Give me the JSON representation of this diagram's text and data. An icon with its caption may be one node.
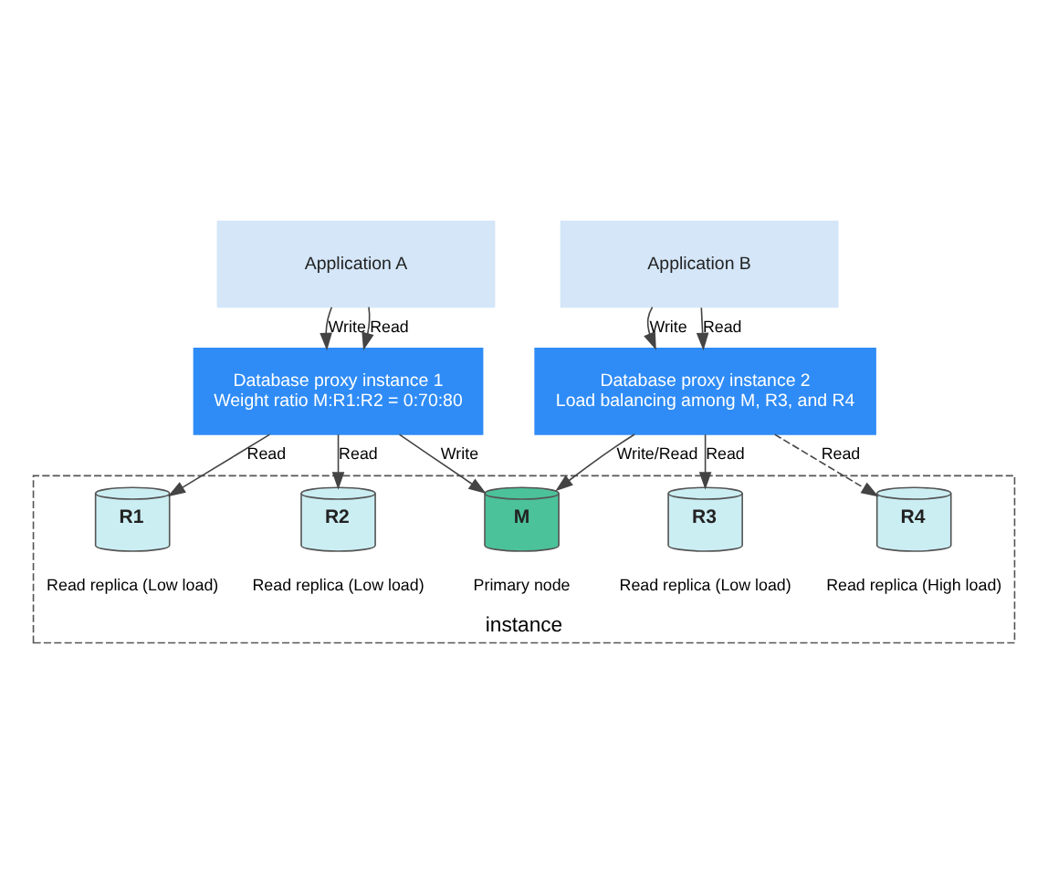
{
  "diagram": {
    "nodes": [
      {
        "text": [
          "Application A"
        ]
      },
      {
        "text": [
          "Application B"
        ]
      },
      {
        "text": [
          "Database proxy instance 1",
          "Weight ratio M:R1:R2 = 0:70:80"
        ]
      },
      {
        "text": [
          "Database proxy instance 2",
          "Load balancing among M, R3, and R4"
        ]
      },
      {
        "text": [
          "instance"
        ]
      },
      {
        "text": [
          "R1"
        ],
        "in": 4,
        "beside": [
          "Read replica (Low load)"
        ]
      },
      {
        "text": [
          "R2"
        ],
        "in": 4,
        "beside": [
          "Read replica (Low load)"
        ]
      },
      {
        "text": [
          "M"
        ],
        "in": 4,
        "beside": [
          "Primary node"
        ]
      },
      {
        "text": [
          "R3"
        ],
        "in": 4,
        "beside": [
          "Read replica (Low load)"
        ]
      },
      {
        "text": [
          "R4"
        ],
        "in": 4,
        "beside": [
          "Read replica (High load)"
        ]
      }
    ],
    "edges": [
      {
        "from": 0,
        "to": 2,
        "arrow": "to",
        "label": "Write"
      },
      {
        "from": 0,
        "to": 2,
        "arrow": "to",
        "label": "Read"
      },
      {
        "from": 1,
        "to": 3,
        "arrow": "to",
        "label": "Write"
      },
      {
        "from": 1,
        "to": 3,
        "arrow": "to",
        "label": "Read"
      },
      {
        "from": 2,
        "to": 5,
        "arrow": "to",
        "label": "Read"
      },
      {
        "from": 2,
        "to": 6,
        "arrow": "to",
        "label": "Read"
      },
      {
        "from": 2,
        "to": 7,
        "arrow": "to",
        "label": "Write"
      },
      {
        "from": 3,
        "to": 7,
        "arrow": "to",
        "label": "Write/Read"
      },
      {
        "from": 3,
        "to": 8,
        "arrow": "to",
        "label": "Read"
      },
      {
        "from": 3,
        "to": 9,
        "arrow": "to",
        "label": "Read",
        "style": "dashed"
      }
    ]
  }
}
